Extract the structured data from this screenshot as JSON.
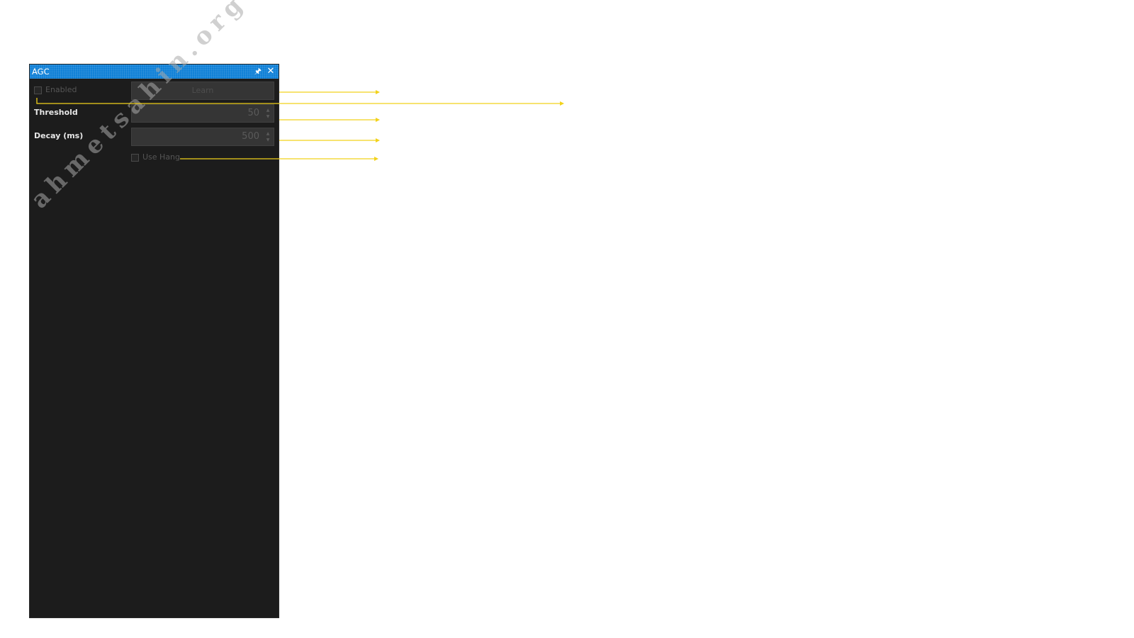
{
  "panel": {
    "title": "AGC",
    "pin_symbol": "🖈",
    "close_symbol": "✕"
  },
  "controls": {
    "enabled_label": "Enabled",
    "learn_label": "Learn",
    "threshold_label": "Threshold",
    "threshold_value": "50",
    "decay_label": "Decay (ms)",
    "decay_value": "500",
    "use_hang_label": "Use Hang",
    "spin_up": "▲",
    "spin_down": "▼"
  },
  "watermark": "ahmetsahin.org",
  "colors": {
    "titlebar": "#0d7fd6",
    "panel_background": "#1c1c1c",
    "guide_line": "#f2d21b"
  }
}
